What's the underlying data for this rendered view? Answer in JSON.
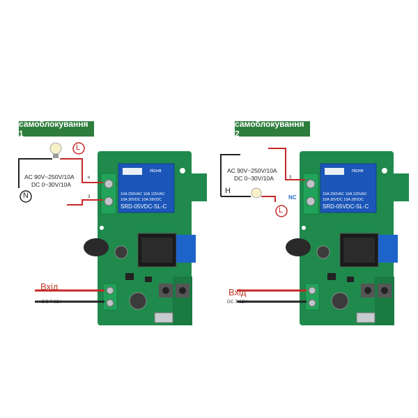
{
  "left": {
    "heading": "самоблокування 1",
    "spec_line1": "AC 90V~250V/10A",
    "spec_line2": "DC 0~30V/10A",
    "terminal_letter_L": "L",
    "terminal_letter_N": "N",
    "pin_top": "н",
    "pin_bottom": "3",
    "input_label": "Вхід",
    "input_voltage": "DC 7-32V"
  },
  "right": {
    "heading": "самоблокування 2",
    "spec_line1": "AC 90V~250V/10A",
    "spec_line2": "DC 0~30V/10A",
    "terminal_letter_N": "Н",
    "terminal_letter_L": "L",
    "nc_label": "NC",
    "pin_top": "3",
    "input_label": "Вхід",
    "input_voltage": "DC 7-32V"
  },
  "relay": {
    "brand": "пісня",
    "line_a": "10A 250VAC   10A 125VAC",
    "line_b": "10A  30VDC   10A  28VDC",
    "model": "SRD-05VDC-SL-C"
  },
  "colors": {
    "pcb_green": "#1f8a4c",
    "relay_blue": "#1b56b8",
    "heading_green": "#2e7d3c",
    "wire_red": "#c62828",
    "wire_black": "#222222"
  }
}
